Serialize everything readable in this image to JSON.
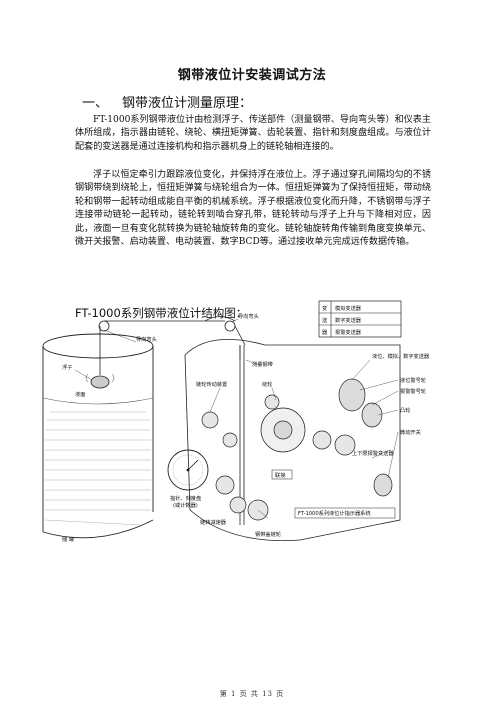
{
  "title": "钢带液位计安装调试方法",
  "section1": {
    "number": "一、",
    "heading": "钢带液位计测量原理："
  },
  "paragraph1": "FT-1000系列钢带液位计由检测浮子、传送部件（测量钢带、导向弯头等）和仪表主体所组成，指示器由链轮、绕轮、横扭矩弹簧、齿轮装置、指针和刻度盘组成。与液位计配套的变送器是通过连接机构和指示器机身上的链轮轴相连接的。",
  "paragraph2": "浮子以恒定牵引力跟踪液位变化，并保持浮在液位上。浮子通过穿孔间隔均匀的不锈钢钢带绕到绕轮上，恒扭矩弹簧与绕轮组合为一体。恒扭矩弹簧为了保持恒扭矩，带动绕轮和钢带一起转动组成能自平衡的机械系统。浮子根据液位变化而升降，不锈钢带与浮子连接带动链轮一起转动，链轮转到啮合穿孔带，链轮转动与浮子上升与下降相对应，因此，液面一旦有变化就转换为链轮轴旋转角的变化。链轮轴旋转角传输到角度变换单元、微开关报警、启动装置、电动装置、数字BCD等。通过接收单元完成远传数据传输。",
  "diagram_heading": "FT-1000系列钢带液位计结构图：",
  "diagram": {
    "labels": {
      "guide_elbow_top": "导向弯头",
      "guide_elbow_left": "导向弯头",
      "measuring_tape": "测量钢带",
      "float": "浮子",
      "liquid_level": "液面",
      "tank": "储 罐",
      "sprocket_drive": "链轮传动装置",
      "winding_wheel": "绕轮",
      "pointer_dial": "指针、刻度盘\n(或计数器)",
      "chain_reducer": "链转减速器",
      "sprocket_cover": "钢带盖链轮",
      "tape_link": "联接",
      "series_label": "FT-1000系列液位计指示器系统",
      "level_transmitter": "液位、模拟、数字变送器",
      "level_alarm_wheel": "液位警号轮",
      "alarm_alert_wheel": "报警警号轮",
      "cam": "凸轮",
      "micro_switch": "微动开关",
      "limit_alarm_transmitter": "上下限报警变送器",
      "legend_title_1": "变",
      "legend_title_2": "送",
      "legend_title_3": "器",
      "legend_item_1": "模拟变送器",
      "legend_item_2": "数字变送器",
      "legend_item_3": "报警变送器"
    }
  },
  "footer": "第 1 页 共 13 页"
}
